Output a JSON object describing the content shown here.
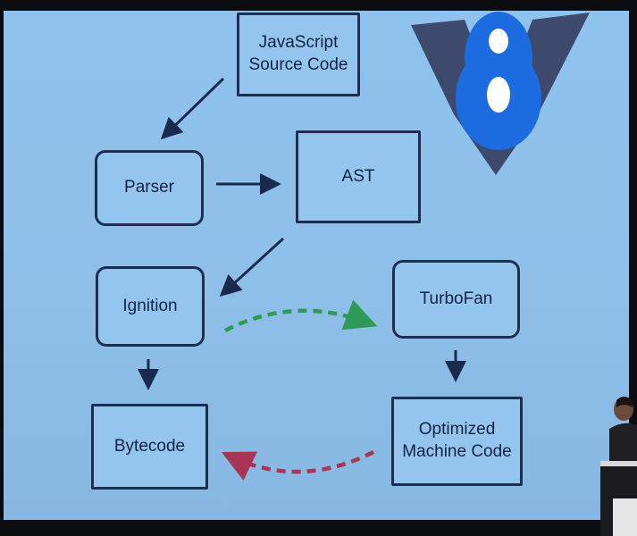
{
  "diagram": {
    "nodes": {
      "source": "JavaScript\nSource Code",
      "parser": "Parser",
      "ast": "AST",
      "ignition": "Ignition",
      "turbofan": "TurboFan",
      "bytecode": "Bytecode",
      "machine": "Optimized\nMachine Code"
    },
    "logo": {
      "name": "v8-logo-icon",
      "glyph": "8",
      "colors": {
        "chevron": "#3d4a6e",
        "badge": "#1d6be0"
      }
    },
    "arrow_colors": {
      "solid": "#1a2a4f",
      "optimize": "#2f9a55",
      "deoptimize": "#a83552"
    }
  }
}
